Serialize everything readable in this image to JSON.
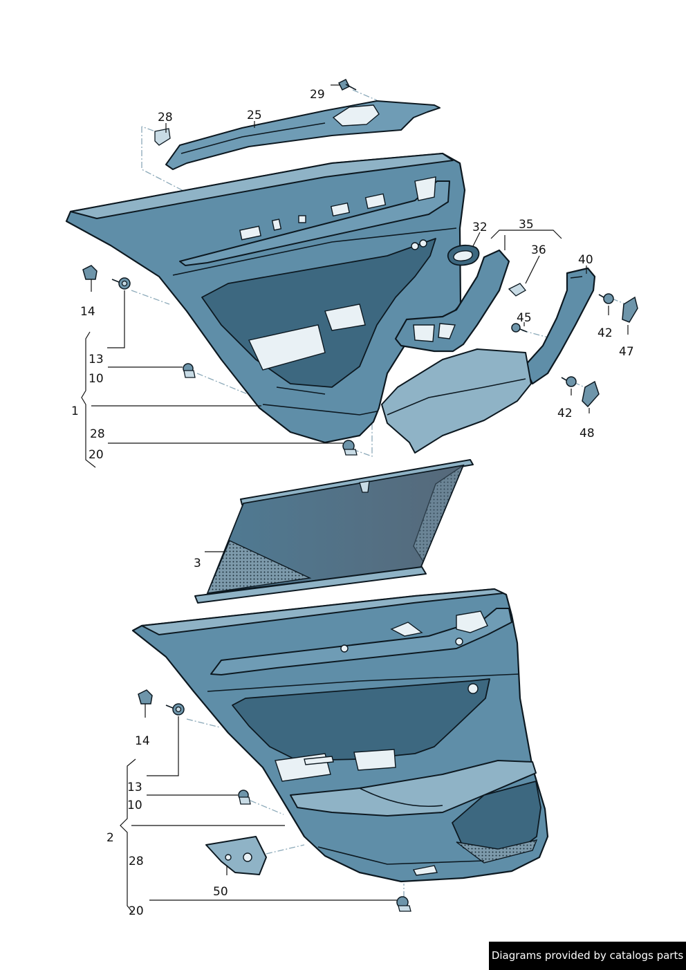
{
  "callouts": {
    "c1": "1",
    "c2": "2",
    "c3": "3",
    "c10a": "10",
    "c10b": "10",
    "c13a": "13",
    "c13b": "13",
    "c14a": "14",
    "c14b": "14",
    "c20a": "20",
    "c20b": "20",
    "c25": "25",
    "c28a": "28",
    "c28b": "28",
    "c28c": "28",
    "c29": "29",
    "c32": "32",
    "c35": "35",
    "c36": "36",
    "c40": "40",
    "c42a": "42",
    "c42b": "42",
    "c45": "45",
    "c47": "47",
    "c48": "48",
    "c50": "50"
  },
  "footer": {
    "credit": "Diagrams provided by catalogs parts"
  },
  "colors": {
    "panel": "#5f8ea8",
    "outline": "#0c1820",
    "credit_bg": "#000000"
  }
}
